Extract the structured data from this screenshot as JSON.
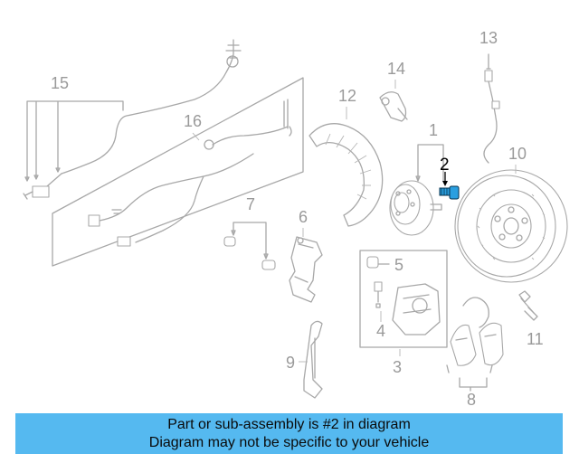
{
  "labels": {
    "n1": "1",
    "n2": "2",
    "n3": "3",
    "n4": "4",
    "n5": "5",
    "n6": "6",
    "n7": "7",
    "n8": "8",
    "n9": "9",
    "n10": "10",
    "n11": "11",
    "n12": "12",
    "n13": "13",
    "n14": "14",
    "n15": "15",
    "n16": "16"
  },
  "highlight_part": "2",
  "caption": {
    "line1": "Part or sub-assembly is #2 in diagram",
    "line2": "Diagram may not be specific to your vehicle"
  },
  "colors": {
    "caption_bg": "#55b9f0",
    "highlight_part": "#2a9fe0",
    "line_art": "#a8a8a8"
  }
}
